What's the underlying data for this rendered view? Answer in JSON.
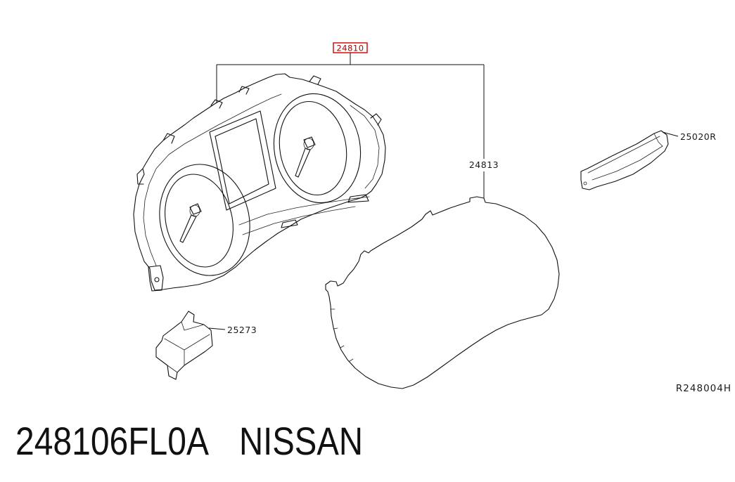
{
  "callouts": [
    {
      "label": "24810",
      "highlighted": true
    },
    {
      "label": "24813",
      "highlighted": false
    },
    {
      "label": "25020R",
      "highlighted": false
    },
    {
      "label": "25273",
      "highlighted": false
    }
  ],
  "figure_code": "R248004H",
  "caption": {
    "part_number": "248106FL0A",
    "brand": "NISSAN"
  },
  "colors": {
    "highlight": "#d00000",
    "line": "#111111",
    "background": "#ffffff"
  }
}
